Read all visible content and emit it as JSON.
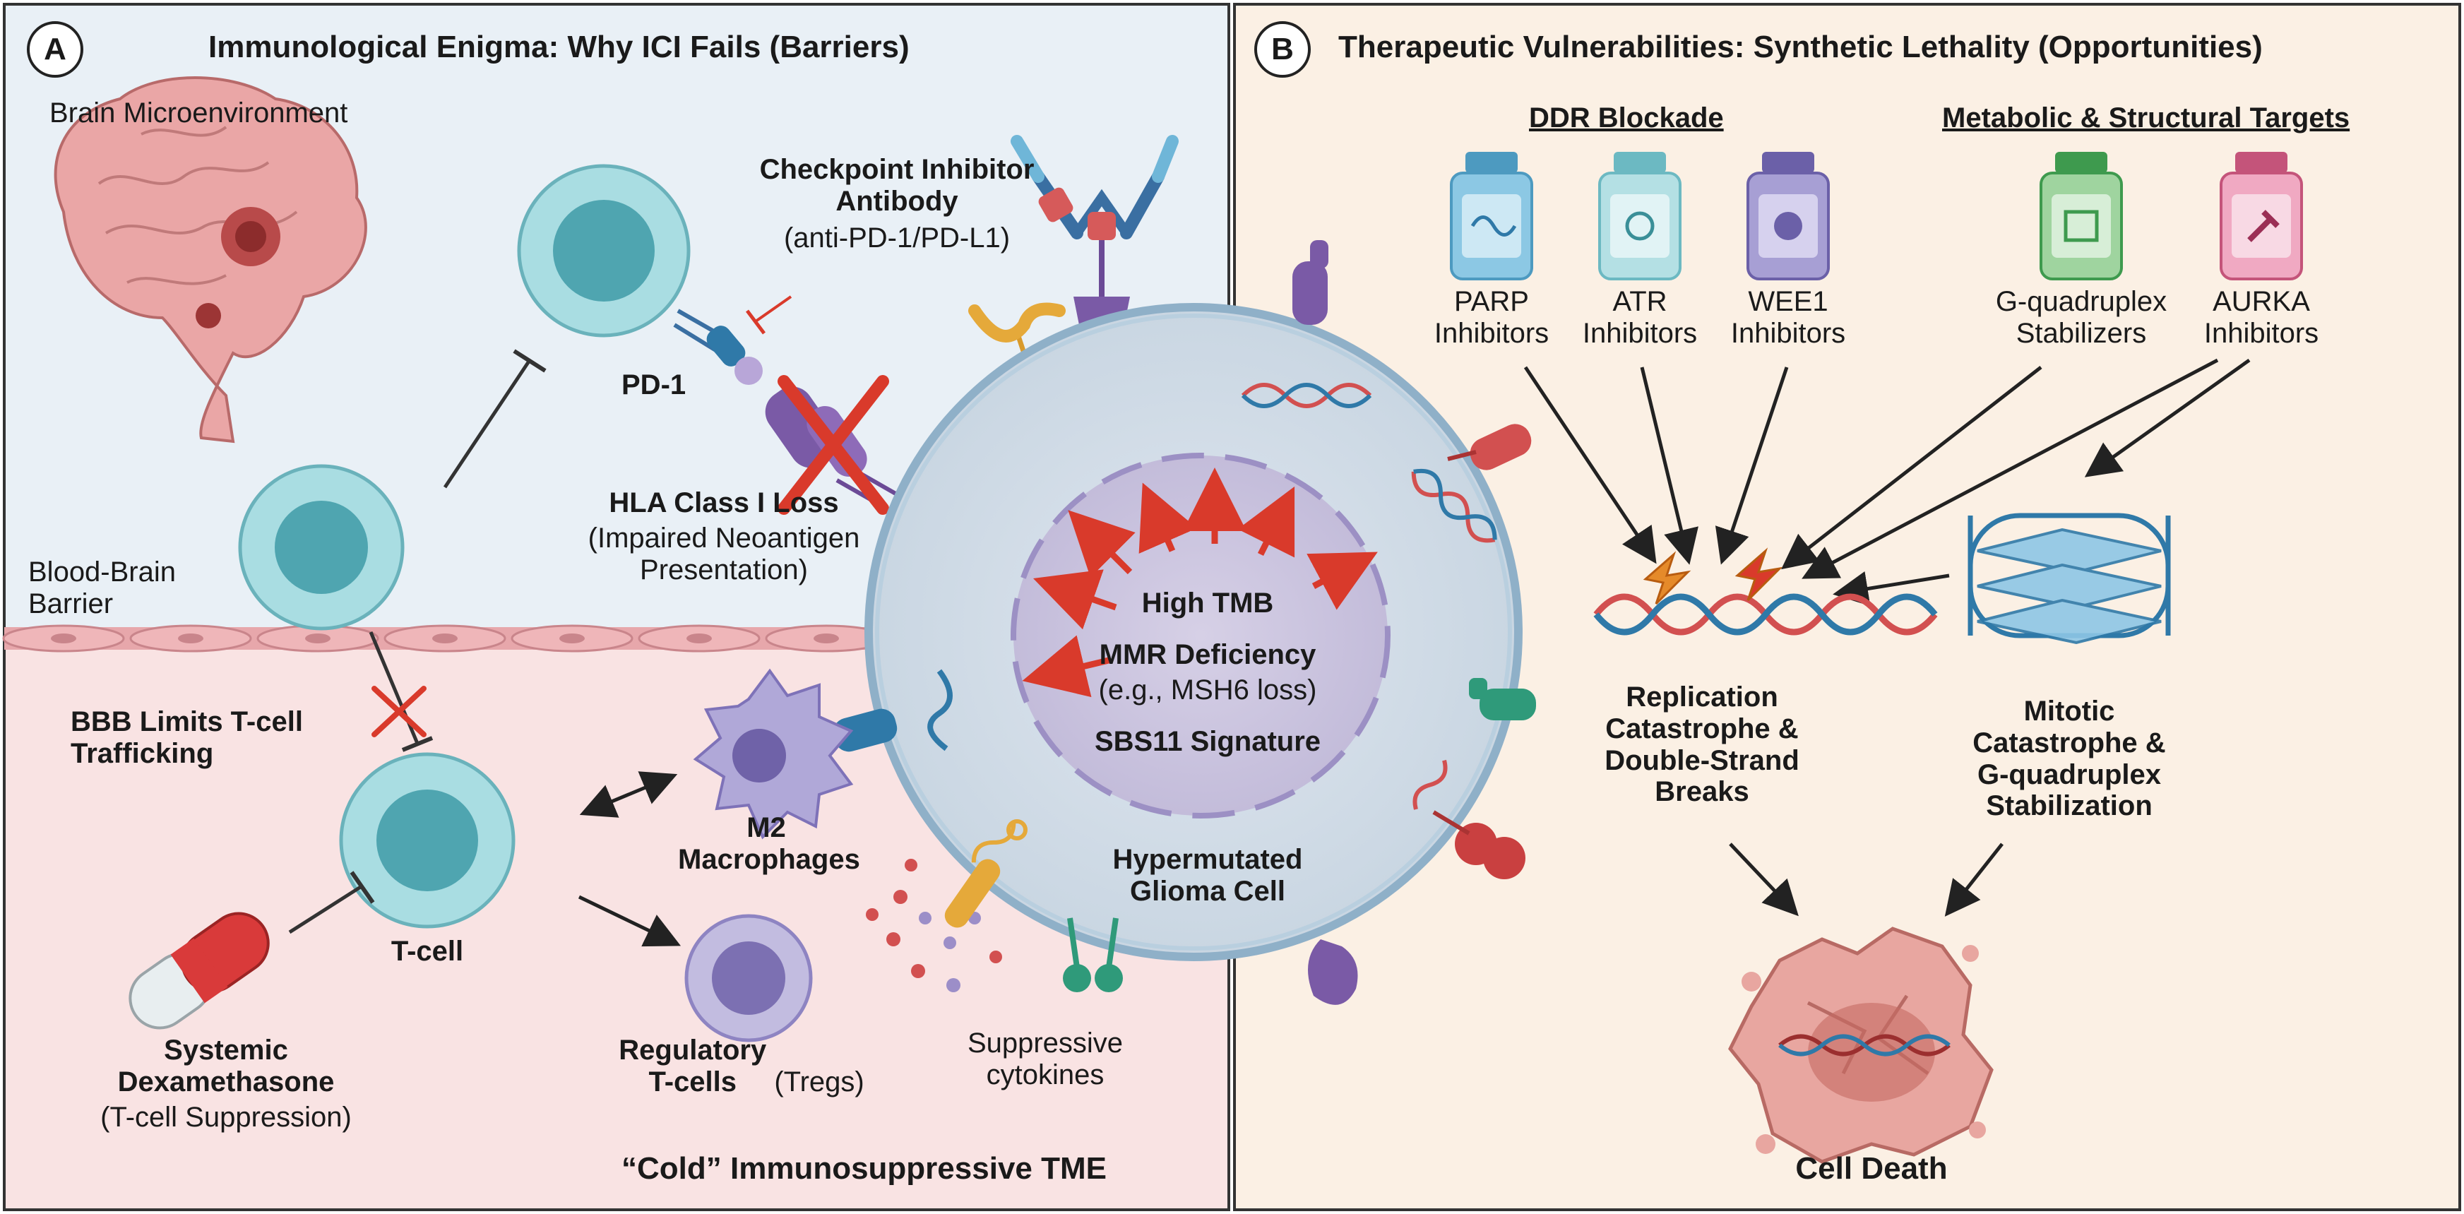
{
  "panel_a": {
    "badge": "A",
    "title": "Immunological Enigma: Why ICI Fails (Barriers)",
    "brain_label": "Brain Microenvironment",
    "checkpoint_title": "Checkpoint Inhibitor\nAntibody",
    "checkpoint_sub": "(anti-PD-1/PD-L1)",
    "pd1": "PD-1",
    "hla_title": "HLA Class I Loss",
    "hla_sub": "(Impaired Neoantigen\nPresentation)",
    "bbb_label": "Blood-Brain\nBarrier",
    "bbb_limits": "BBB Limits T-cell\nTrafficking",
    "m2": "M2\nMacrophages",
    "tcell": "T-cell",
    "tregs_bold": "Regulatory\nT-cells",
    "tregs_suffix": "(Tregs)",
    "dexa_title": "Systemic\nDexamethasone",
    "dexa_sub": "(T-cell Suppression)",
    "cytokines": "Suppressive\ncytokines",
    "cold": "“Cold” Immunosuppressive TME"
  },
  "glioma": {
    "tmb": "High TMB",
    "mmr": "MMR Deficiency",
    "mmr_sub": "(e.g., MSH6 loss)",
    "sbs": "SBS11 Signature",
    "cell_label": "Hypermutated\nGlioma Cell"
  },
  "panel_b": {
    "badge": "B",
    "title": "Therapeutic Vulnerabilities: Synthetic Lethality (Opportunities)",
    "ddr_heading": "DDR Blockade",
    "meta_heading": "Metabolic & Structural Targets",
    "drugs": [
      {
        "label": "PARP\nInhibitors",
        "color": "#6fb6d8"
      },
      {
        "label": "ATR\nInhibitors",
        "color": "#8ccfd6"
      },
      {
        "label": "WEE1\nInhibitors",
        "color": "#8b80c4"
      },
      {
        "label": "G-quadruplex\nStabilizers",
        "color": "#7cc47c"
      },
      {
        "label": "AURKA\nInhibitors",
        "color": "#e48aa8"
      }
    ],
    "replication": "Replication\nCatastrophe &\nDouble-Strand\nBreaks",
    "mitotic": "Mitotic\nCatastrophe &\nG-quadruplex\nStabilization",
    "death": "Cell Death"
  },
  "colors": {
    "panel_a_top": "#e9f0f6",
    "panel_a_bottom": "#f9e3e3",
    "panel_b": "#fbf0e4",
    "tcell": "#8fd0d8",
    "inhibit_red": "#d93a2b",
    "arrow_dark": "#2b2b2b"
  }
}
